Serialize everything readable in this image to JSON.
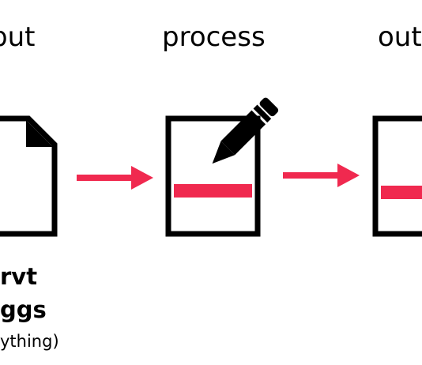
{
  "stages": {
    "input": {
      "label": "put"
    },
    "process": {
      "label": "process"
    },
    "output": {
      "label": "outp"
    }
  },
  "input_caption": {
    "line1": "rvt",
    "line2": "ggs",
    "line3": "ything)"
  },
  "colors": {
    "outline": "#000000",
    "arrow": "#f0294f",
    "highlight_bar": "#f0294f",
    "background": "#ffffff"
  },
  "icons": {
    "input": "document-icon",
    "process": "document-with-pencil-icon",
    "output": "document-icon"
  }
}
